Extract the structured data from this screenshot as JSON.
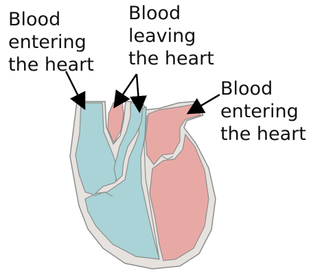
{
  "labels": {
    "entering_left": {
      "line1": "Blood",
      "line2": "entering",
      "line3": "the heart"
    },
    "leaving_top": {
      "line1": "Blood",
      "line2": "leaving",
      "line3": "the heart"
    },
    "entering_right": {
      "line1": "Blood",
      "line2": "entering",
      "line3": "the heart"
    }
  },
  "colors": {
    "deoxygenated_side": "#a9d3d6",
    "oxygenated_side": "#e8a9a5",
    "heart_wall": "#e6e2de",
    "outline": "#8c8c8c",
    "arrow": "#000000"
  }
}
